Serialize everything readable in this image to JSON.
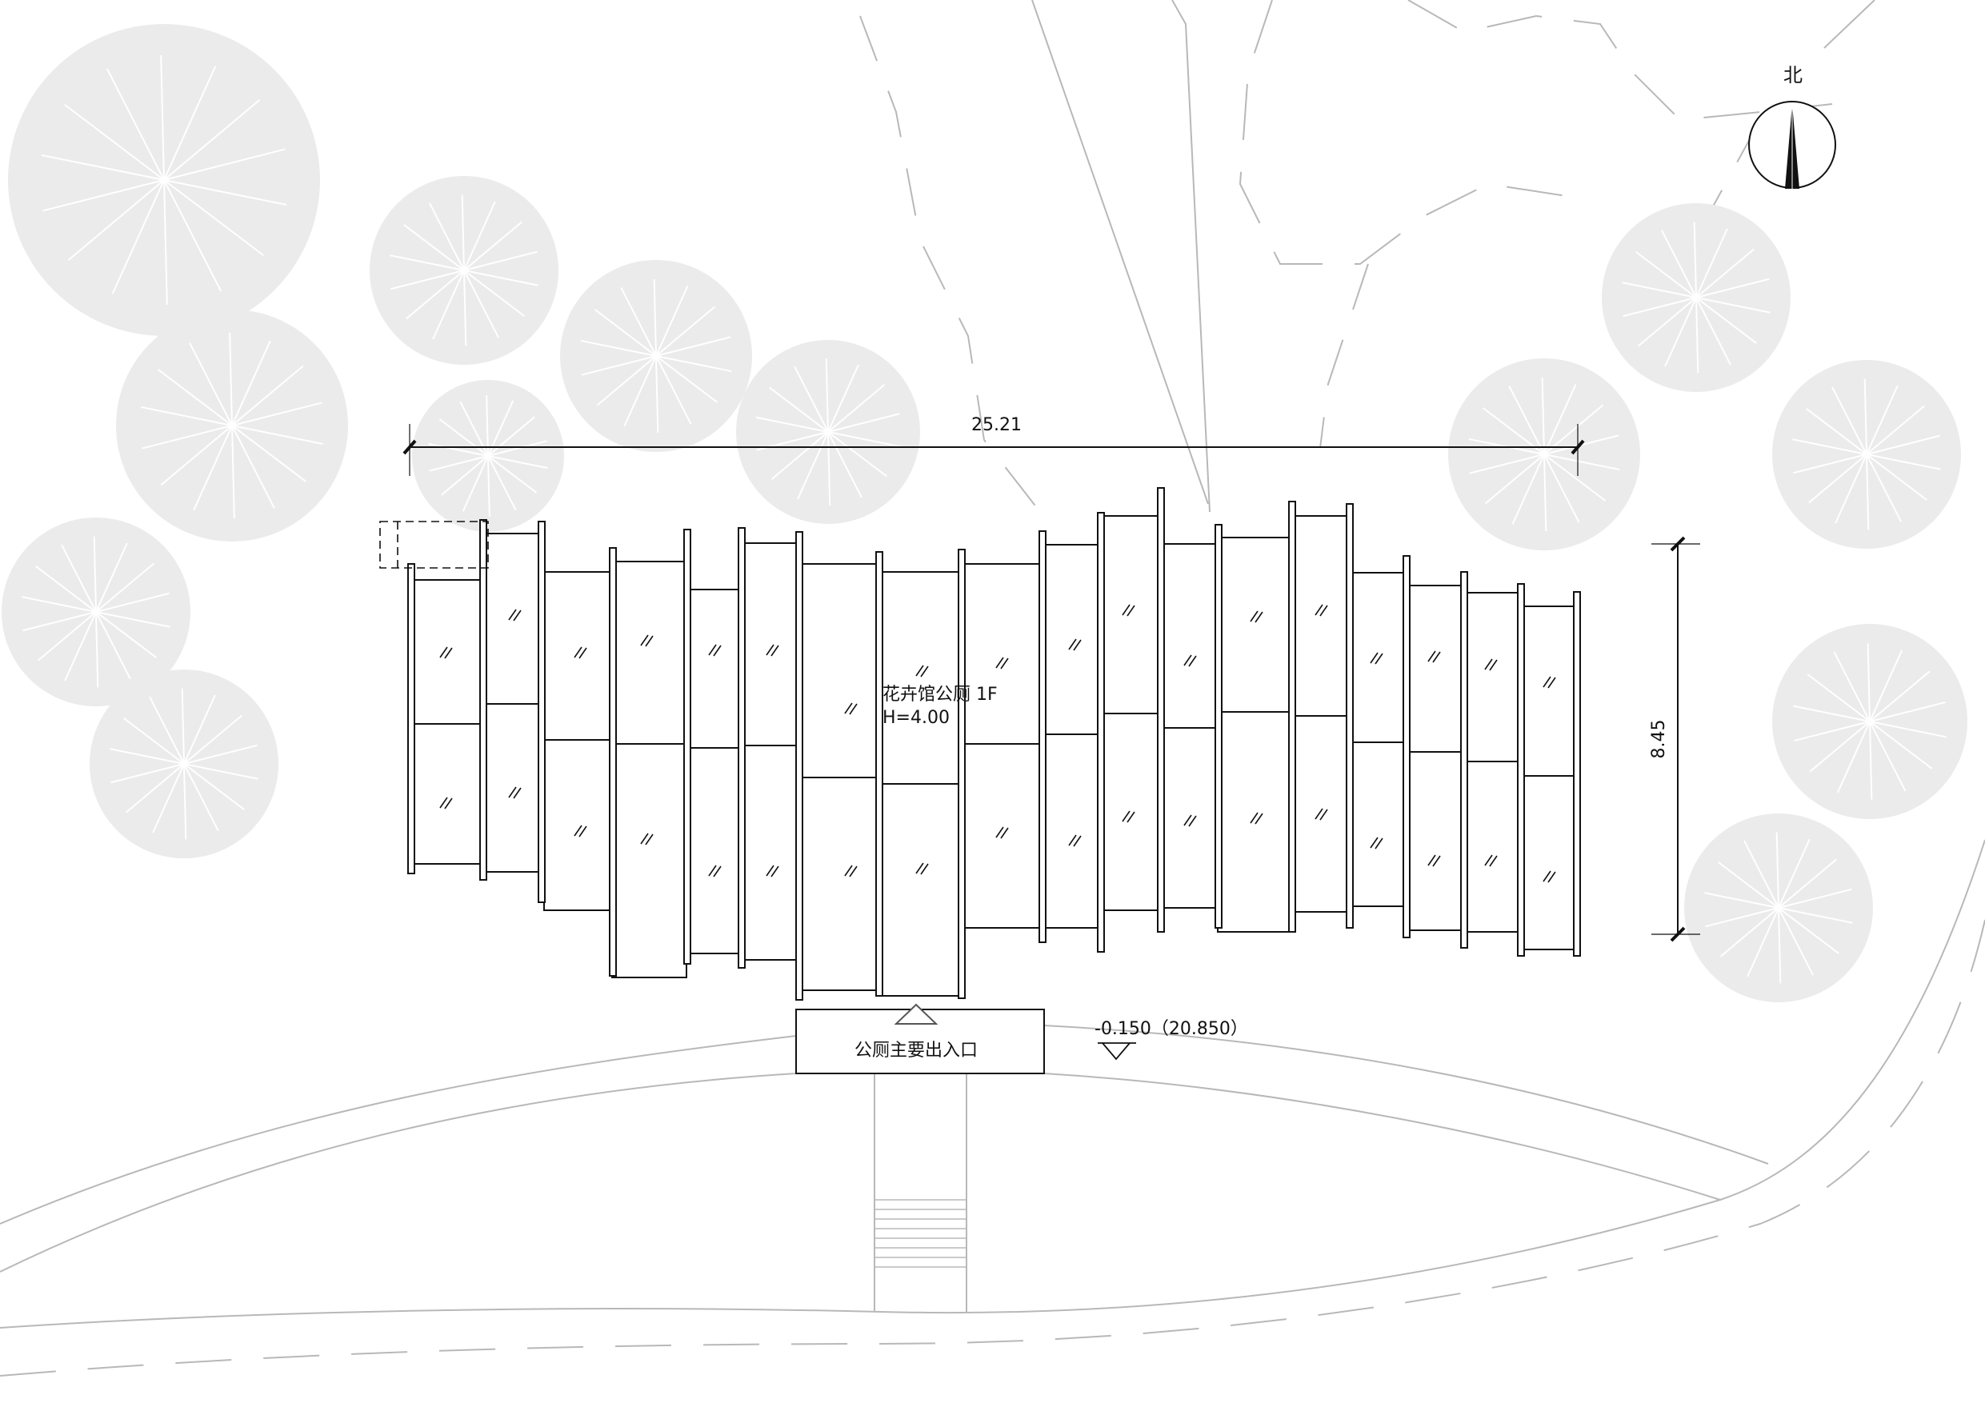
{
  "north_label": "北",
  "width_dimension": "25.21",
  "depth_dimension": "8.45",
  "building_name": "花卉馆公厕 1F",
  "building_height": "H=4.00",
  "entrance_label": "公厕主要出入口",
  "level_label": "-0.150（20.850）",
  "colors": {
    "line": "#111111",
    "tree": "#ebebeb",
    "site_line": "#b8b8b8"
  }
}
